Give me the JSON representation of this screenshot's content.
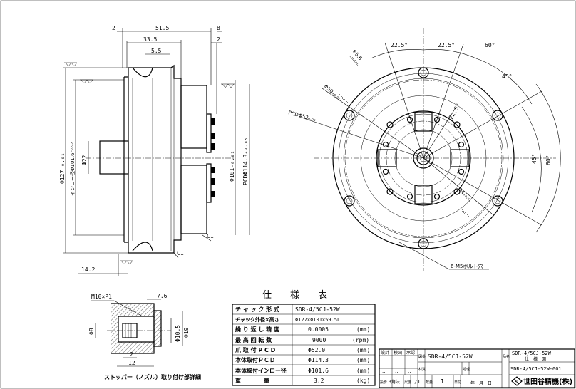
{
  "front_view": {
    "dims": {
      "top_2": "2",
      "top_51_5": "51.5",
      "top_8": "8",
      "top_33_5": "33.5",
      "top_2b": "2",
      "top_5_5": "5.5",
      "left_dia_127": "Φ127₋₀.₀₁",
      "left_inro": "インロー径Φ101.6⁻⁰·⁰⁵",
      "left_dia_22": "Φ22",
      "right_dia_101": "Φ101₋₀.₀₁",
      "right_pcd": "PCDΦ114.3₊₀.₀₅",
      "bottom_14_2": "14.2",
      "c1_a": "C1",
      "c1_b": "C1"
    }
  },
  "side_view": {
    "dims": {
      "ang_22_5a": "22.5°",
      "ang_22_5b": "22.5°",
      "ang_60": "60°",
      "ang_45a": "45°",
      "ang_45b": "45°",
      "ang_60b": "60°",
      "ang_22_5c": "22.5°",
      "dia_5_6": "Φ5.6",
      "dia_50": "Φ50₊₀.₀₁",
      "pcd_52": "PCDΦ52₀.₀₅",
      "dia_4": "Φ4₊₀.₀₁",
      "m5_bolt": "6-M5ボルト穴"
    }
  },
  "detail": {
    "m10": "M10×P1",
    "d7_6": "7.6",
    "d8": "Φ8",
    "d10_5": "Φ10.5",
    "d19": "Φ19",
    "d2": "2",
    "d12": "12",
    "caption": "ストッパー（ノズル）取り付け部詳細"
  },
  "spec": {
    "title": "仕　　様　　表",
    "rows": [
      {
        "label": "チ ャ ッ ク 形 式",
        "value": "SDR-4/5CJ-52W",
        "unit": ""
      },
      {
        "label": "チャック外径×高さ",
        "value": "Φ127×Φ101×59.5L",
        "unit": ""
      },
      {
        "label": "繰 り 返 し 精 度",
        "value": "0.0005",
        "unit": "(mm)"
      },
      {
        "label": "最 高 回 転 数",
        "value": "9000",
        "unit": "(rpm)"
      },
      {
        "label": "爪 取 付 P C D",
        "value": "Φ52.0",
        "unit": "(mm)"
      },
      {
        "label": "本体取付ＰＣＤ",
        "value": "Φ114.3",
        "unit": "(mm)"
      },
      {
        "label": "本体取付インロー径",
        "value": "Φ101.6",
        "unit": "(mm)"
      },
      {
        "label": "重　　　　量",
        "value": "3.2",
        "unit": "(kg)"
      }
    ]
  },
  "titleblock": {
    "h1": "設計",
    "h2": "検図",
    "h3": "承認",
    "dots": "..",
    "zuban_label": "図番",
    "model": "SDR-4/5CJ-52W",
    "name_label": "品名",
    "name_value": "SDR-4/5CJ-52W",
    "name_sub": "仕　様　図",
    "zaishitsu": "材質",
    "shori": "処理",
    "zuban2": "SDR-4/5CJ-52W-001",
    "method_label": "投影",
    "method": "3角法",
    "scale_label": "尺度",
    "scale": "1/1",
    "qty_label": "数量",
    "qty": "1",
    "date_label": "日付",
    "date": "年　月　日",
    "company": "世田谷精機(株)"
  }
}
